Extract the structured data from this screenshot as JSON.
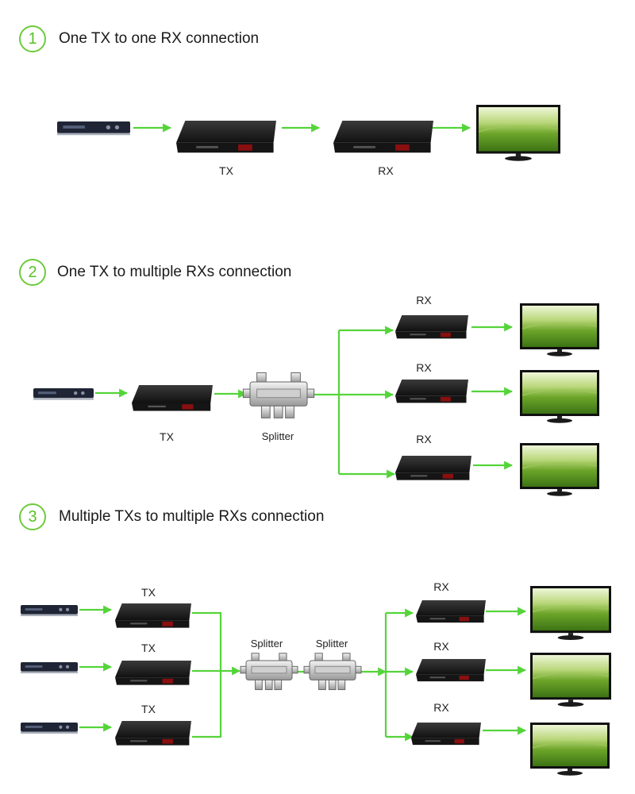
{
  "sections": [
    {
      "number": "1",
      "title": "One TX to one RX connection"
    },
    {
      "number": "2",
      "title": "One TX to multiple RXs connection"
    },
    {
      "number": "3",
      "title": "Multiple TXs to multiple RXs connection"
    }
  ],
  "labels": {
    "tx": "TX",
    "rx": "RX",
    "splitter": "Splitter"
  },
  "colors": {
    "accent": "#5cbf2a",
    "arrow": "#55d43a",
    "device": "#1e1e1e",
    "screen_sky": "#e9f3d2",
    "screen_grass": "#4f8c1c"
  },
  "icons": [
    "dvd-player-icon",
    "tx-extender-icon",
    "rx-extender-icon",
    "splitter-icon",
    "tv-icon",
    "arrow-icon"
  ]
}
